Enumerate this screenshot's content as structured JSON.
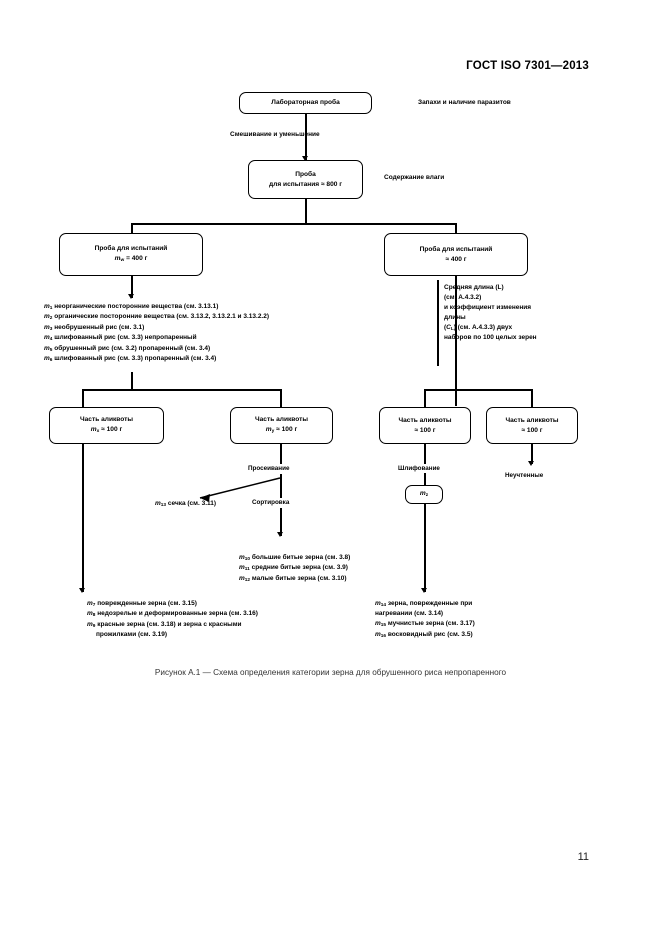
{
  "document": {
    "header": "ГОСТ ISO 7301—2013",
    "page_number": "11",
    "caption": "Рисунок А.1 — Схема определения категории зерна для обрушенного риса непропаренного"
  },
  "flowchart": {
    "boxes": {
      "lab_sample": {
        "line1": "Лабораторная проба"
      },
      "test_sample": {
        "line1": "Проба",
        "line2": "для испытания ≈ 800 г"
      },
      "test_portion_left": {
        "line1": "Проба для испытаний",
        "line2": "mw = 400 г"
      },
      "test_portion_right": {
        "line1": "Проба для испытаний",
        "line2": "≈ 400 г"
      },
      "aliquot_x": {
        "line1": "Часть аликвоты",
        "line2": "mx ≈ 100 г"
      },
      "aliquot_y": {
        "line1": "Часть аликвоты",
        "line2": "my ≈ 100 г"
      },
      "aliquot_3": {
        "line1": "Часть аликвоты",
        "line2": "≈ 100 г"
      },
      "aliquot_4": {
        "line1": "Часть аликвоты",
        "line2": "≈ 100 г"
      },
      "mz": {
        "line1": "mz"
      }
    },
    "side_notes": {
      "odor_parasites": "Запахи и наличие паразитов",
      "moisture": "Содержание влаги"
    },
    "process_labels": {
      "mixing": "Смешивание и уменьшение",
      "sieving": "Просеивание",
      "sorting": "Сортировка",
      "milling": "Шлифование",
      "unaccounted": "Неучтенные"
    },
    "length_note": [
      "Средняя длина (L)",
      "(см. А.4.3.2)",
      "и коэффициент изменения",
      "длины",
      "(CL) (см. А.4.3.3) двух",
      "наборов по 100 целых зерен"
    ],
    "list_m1_m6": [
      {
        "sym": "m",
        "sub": "1",
        "text": "неорганические посторонние вещества (см. 3.13.1)"
      },
      {
        "sym": "m",
        "sub": "2",
        "text": "органические посторонние вещества (см. 3.13.2, 3.13.2.1 и 3.13.2.2)"
      },
      {
        "sym": "m",
        "sub": "3",
        "text": "необрушенный рис (см. 3.1)"
      },
      {
        "sym": "m",
        "sub": "4",
        "text": "шлифованный рис (см. 3.3) непропаренный"
      },
      {
        "sym": "m",
        "sub": "5",
        "text": "обрушенный рис (см. 3.2) пропаренный (см. 3.4)"
      },
      {
        "sym": "m",
        "sub": "6",
        "text": "шлифованный рис (см. 3.3) пропаренный (см. 3.4)"
      }
    ],
    "list_m13": [
      {
        "sym": "m",
        "sub": "13",
        "text": "сечка (см. 3.11)"
      }
    ],
    "list_m10_m12": [
      {
        "sym": "m",
        "sub": "10",
        "text": "большие битые зерна (см. 3.8)"
      },
      {
        "sym": "m",
        "sub": "11",
        "text": "средние битые зерна (см. 3.9)"
      },
      {
        "sym": "m",
        "sub": "12",
        "text": "малые битые зерна (см. 3.10)"
      }
    ],
    "list_m7_m9": [
      {
        "sym": "m",
        "sub": "7",
        "text": "поврежденные зерна (см. 3.15)"
      },
      {
        "sym": "m",
        "sub": "8",
        "text": "недозрелые и деформированные зерна (см. 3.16)"
      },
      {
        "sym": "m",
        "sub": "9",
        "text": "красные зерна (см. 3.18) и зерна с красными"
      },
      {
        "sym": "",
        "sub": "",
        "text": "прожилками (см. 3.19)"
      }
    ],
    "list_m14_m16": [
      {
        "sym": "m",
        "sub": "14",
        "text": "зерна, поврежденные при"
      },
      {
        "sym": "",
        "sub": "",
        "text": "нагревании (см. 3.14)"
      },
      {
        "sym": "m",
        "sub": "15",
        "text": "мучнистые зерна (см. 3.17)"
      },
      {
        "sym": "m",
        "sub": "16",
        "text": "восковидный рис (см. 3.5)"
      }
    ]
  }
}
